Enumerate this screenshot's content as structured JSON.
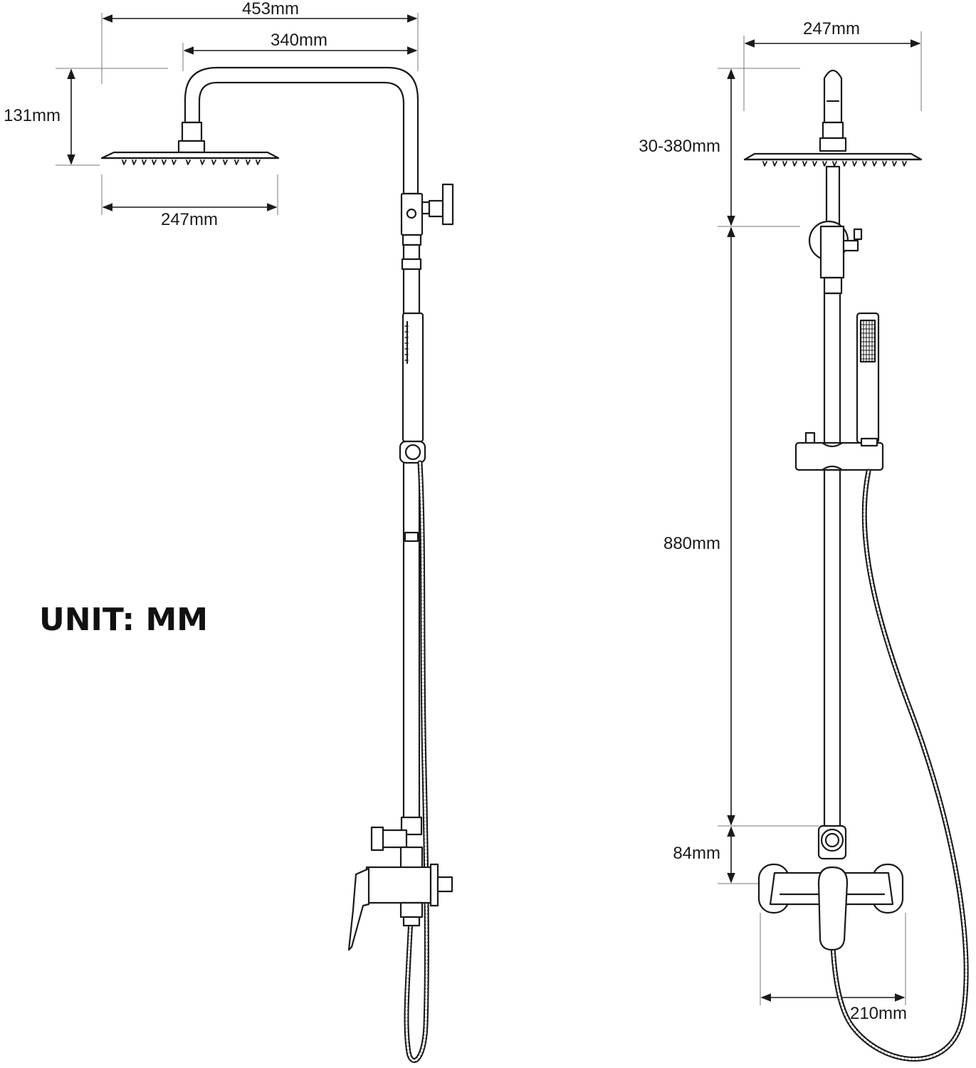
{
  "unit_label": "UNIT: MM",
  "front_view": {
    "overall_width": "453mm",
    "arm_length": "340mm",
    "head_height": "131mm",
    "head_width": "247mm"
  },
  "side_view": {
    "head_width": "247mm",
    "head_adjust": "30-380mm",
    "rail_length": "880mm",
    "mixer_offset": "84mm",
    "mixer_width": "210mm"
  },
  "colors": {
    "line": "#1a1a1a",
    "background": "#ffffff"
  }
}
